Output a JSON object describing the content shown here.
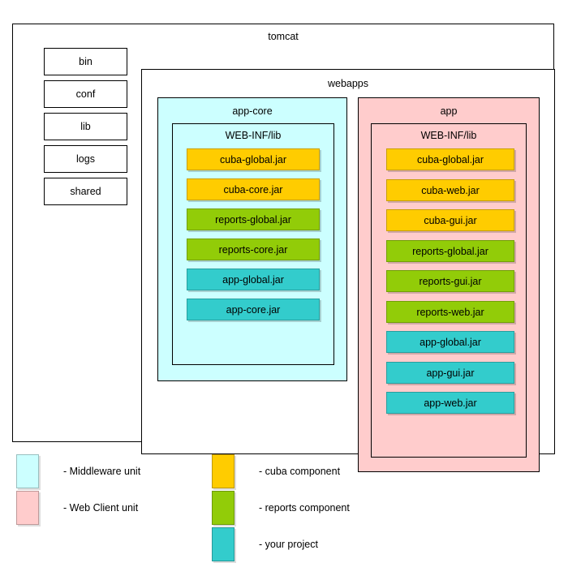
{
  "diagram": {
    "title": "tomcat",
    "root_label": "tomcat",
    "folders": [
      {
        "label": "bin"
      },
      {
        "label": "conf"
      },
      {
        "label": "lib"
      },
      {
        "label": "logs"
      },
      {
        "label": "shared"
      }
    ],
    "webapps": {
      "label": "webapps",
      "units": [
        {
          "name": "app-core",
          "unit_type": "Middleware unit",
          "panel_color": "#ccffff",
          "lib_label": "WEB-INF/lib",
          "jars": [
            {
              "label": "cuba-global.jar",
              "component": "cuba",
              "color": "#ffcc00"
            },
            {
              "label": "cuba-core.jar",
              "component": "cuba",
              "color": "#ffcc00"
            },
            {
              "label": "reports-global.jar",
              "component": "reports",
              "color": "#92cc08"
            },
            {
              "label": "reports-core.jar",
              "component": "reports",
              "color": "#92cc08"
            },
            {
              "label": "app-global.jar",
              "component": "project",
              "color": "#33cccc"
            },
            {
              "label": "app-core.jar",
              "component": "project",
              "color": "#33cccc"
            }
          ]
        },
        {
          "name": "app",
          "unit_type": "Web Client unit",
          "panel_color": "#ffcccc",
          "lib_label": "WEB-INF/lib",
          "jars": [
            {
              "label": "cuba-global.jar",
              "component": "cuba",
              "color": "#ffcc00"
            },
            {
              "label": "cuba-web.jar",
              "component": "cuba",
              "color": "#ffcc00"
            },
            {
              "label": "cuba-gui.jar",
              "component": "cuba",
              "color": "#ffcc00"
            },
            {
              "label": "reports-global.jar",
              "component": "reports",
              "color": "#92cc08"
            },
            {
              "label": "reports-gui.jar",
              "component": "reports",
              "color": "#92cc08"
            },
            {
              "label": "reports-web.jar",
              "component": "reports",
              "color": "#92cc08"
            },
            {
              "label": "app-global.jar",
              "component": "project",
              "color": "#33cccc"
            },
            {
              "label": "app-gui.jar",
              "component": "project",
              "color": "#33cccc"
            },
            {
              "label": "app-web.jar",
              "component": "project",
              "color": "#33cccc"
            }
          ]
        }
      ]
    }
  },
  "legend": {
    "left_column": [
      {
        "label": "- Middleware unit",
        "color": "#ccffff"
      },
      {
        "label": "- Web Client unit",
        "color": "#ffcccc"
      }
    ],
    "right_column": [
      {
        "label": "- cuba component",
        "color": "#ffcc00"
      },
      {
        "label": "- reports component",
        "color": "#92cc08"
      },
      {
        "label": "- your project",
        "color": "#33cccc"
      }
    ]
  }
}
